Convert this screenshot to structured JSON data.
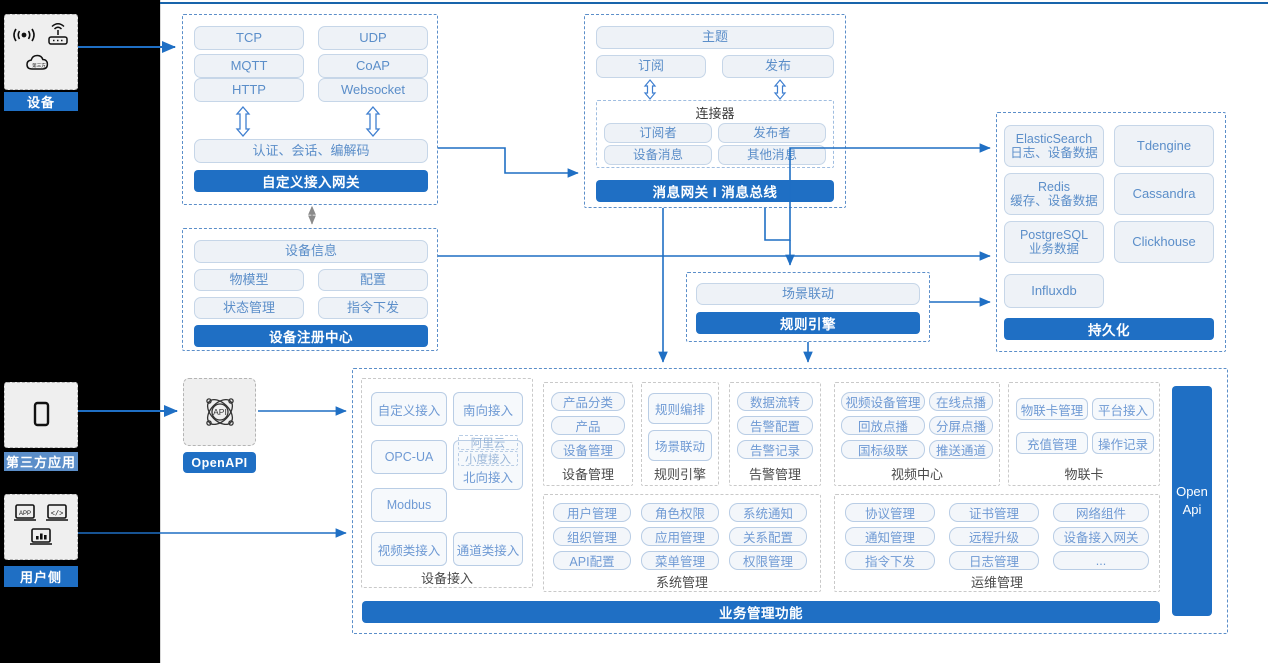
{
  "meta": {
    "accent_blue": "#1f6fc4",
    "pill_text": "#5b8ec9",
    "dash_border": "#5b8ec9",
    "rail_bg": "#000000",
    "canvas_bg": "#ffffff"
  },
  "left_rail": {
    "blocks": [
      {
        "id": "device",
        "label": "设备",
        "icons": [
          "signal-wave-icon",
          "router-icon",
          "cloud-icon"
        ],
        "label_style": "solid"
      },
      {
        "id": "third-party-app",
        "label": "第三方应用",
        "icons": [
          "mobile-phone-icon"
        ],
        "label_style": "muted"
      },
      {
        "id": "user-side",
        "label": "用户侧",
        "icons": [
          "app-window-icon",
          "code-window-icon",
          "dashboard-icon"
        ],
        "label_style": "solid"
      }
    ]
  },
  "openapi": {
    "icon": "api-atom-icon",
    "label": "OpenAPI"
  },
  "access_gateway": {
    "protocols": [
      "TCP",
      "UDP",
      "MQTT",
      "CoAP",
      "HTTP",
      "Websocket"
    ],
    "middle": "认证、会话、编解码",
    "footer": "自定义接入网关"
  },
  "message_bus": {
    "topic": "主题",
    "subscribe": "订阅",
    "publish": "发布",
    "connector_title": "连接器",
    "connector_items": [
      "订阅者",
      "发布者",
      "设备消息",
      "其他消息"
    ],
    "footer": "消息网关 I 消息总线"
  },
  "device_registry": {
    "header": "设备信息",
    "items": [
      "物模型",
      "配置",
      "状态管理",
      "指令下发"
    ],
    "footer": "设备注册中心"
  },
  "rule_engine": {
    "item": "场景联动",
    "footer": "规则引擎"
  },
  "persistence": {
    "rows": [
      {
        "left": "ElasticSearch\n日志、设备数据",
        "left_line1": "ElasticSearch",
        "left_line2": "日志、设备数据",
        "right": "Tdengine"
      },
      {
        "left_line1": "Redis",
        "left_line2": "缓存、设备数据",
        "right": "Cassandra"
      },
      {
        "left_line1": "PostgreSQL",
        "left_line2": "业务数据",
        "right": "Clickhouse"
      }
    ],
    "influx": "Influxdb",
    "footer": "持久化"
  },
  "business": {
    "footer": "业务管理功能",
    "openapi_vertical": "Open\nApi",
    "openapi_vertical_line1": "Open",
    "openapi_vertical_line2": "Api",
    "device_access": {
      "title": "设备接入",
      "col_left": [
        "自定义接入",
        "OPC-UA",
        "Modbus",
        "视频类接入"
      ],
      "southbound": "南向接入",
      "northbound_children": [
        "阿里云",
        "小度接入"
      ],
      "northbound": "北向接入",
      "channel_access": "通道类接入"
    },
    "groups": [
      {
        "id": "device-management",
        "title": "设备管理",
        "items": [
          "产品分类",
          "产品",
          "设备管理"
        ]
      },
      {
        "id": "rule-engine",
        "title": "规则引擎",
        "items": [
          "规则编排",
          "场景联动"
        ]
      },
      {
        "id": "alarm-management",
        "title": "告警管理",
        "items": [
          "数据流转",
          "告警配置",
          "告警记录"
        ]
      },
      {
        "id": "video-center",
        "title": "视频中心",
        "items": [
          "视频设备管理",
          "在线点播",
          "回放点播",
          "分屏点播",
          "国标级联",
          "推送通道"
        ]
      },
      {
        "id": "iot-card",
        "title": "物联卡",
        "items": [
          "物联卡管理",
          "平台接入",
          "充值管理",
          "操作记录"
        ]
      },
      {
        "id": "system-management",
        "title": "系统管理",
        "items": [
          "用户管理",
          "角色权限",
          "系统通知",
          "组织管理",
          "应用管理",
          "关系配置",
          "API配置",
          "菜单管理",
          "权限管理"
        ]
      },
      {
        "id": "ops-management",
        "title": "运维管理",
        "items": [
          "协议管理",
          "证书管理",
          "网络组件",
          "通知管理",
          "远程升级",
          "设备接入网关",
          "指令下发",
          "日志管理",
          "..."
        ]
      }
    ]
  },
  "arrows": {
    "double_arrow_glyph": "⇕",
    "up_arrow_glyph": "↑"
  }
}
